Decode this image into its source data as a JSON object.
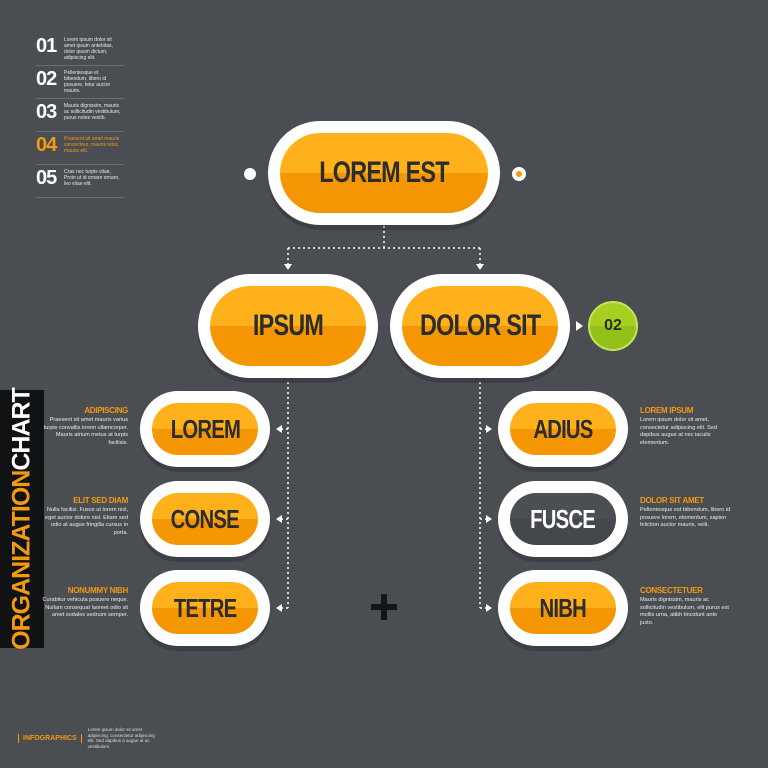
{
  "list": [
    {
      "num": "01",
      "text": "Lorem ipsum dolor sit amet ipsum antebitas, dolor ipsum dictum, adipiscing elit."
    },
    {
      "num": "02",
      "text": "Pellentesque et bibendum, libero id posuere, tetur auctor mauris."
    },
    {
      "num": "03",
      "text": "Mauris dignissim, mauris ac sollicitudin vestibulum, purus notes vestib."
    },
    {
      "num": "04",
      "text": "Praesent sit amet mauris consecteur, mauris tetur, mauris elit."
    },
    {
      "num": "05",
      "text": "Cras nec turpis vitae, Proin ut id ornare ornare, leo vitae elit."
    }
  ],
  "vertical_title": {
    "part1": "ORGANIZATION",
    "part2": "CHART"
  },
  "nodes": {
    "root": "LOREM EST",
    "level1_left": "IPSUM",
    "level1_right": "DOLOR SIT",
    "left_1": "LOREM",
    "left_2": "CONSE",
    "left_3": "TETRE",
    "right_1": "ADIUS",
    "right_2": "FUSCE",
    "right_3": "NIBH"
  },
  "badge": "02",
  "side_left": [
    {
      "title": "ADIPISCING",
      "body": "Praesent sit amet mauris varius turpis convallis lorem ullamcorper. Mauris atrium metus at turpis facilisis."
    },
    {
      "title": "ELIT SED DIAM",
      "body": "Nulla facilisi. Fusce ut lorem nisl, eget auctor dolore nisl. Etiam sed odio at augue fringilla cursus in porta."
    },
    {
      "title": "NONUMMY NIBH",
      "body": "Curabitur vehicula posuere neque. Nullam consequat laoreet odio sit amet sodales sedruim semper."
    }
  ],
  "side_right": [
    {
      "title": "LOREM IPSUM",
      "body": "Lorem ipsum dolor sit amet, consectetur adipiscing elit. Sed dapibus augue at nec iaculis elementum."
    },
    {
      "title": "DOLOR SIT AMET",
      "body": "Pellentesque est bibendum, libero id posuere lorem, elementum, sapien feliction auctor mauris, velit."
    },
    {
      "title": "CONSECTETUER",
      "body": "Mauris dignissim, mauris ac sollicitudin vestibulum, elit purus est mollis urna, atibh tincidunt ante justo."
    }
  ],
  "footer": {
    "tag": "INFOGRAPHICS",
    "text": "Lorem ipsum dolor sit amet adipiscing, consectetur adipiscing elit. Sed dapibus a augue at ac vestibulum."
  },
  "colors": {
    "background": "#4a4d52",
    "accent": "#f39a11",
    "node_fill": "#ffb11c",
    "badge": "#a6cf1f"
  }
}
